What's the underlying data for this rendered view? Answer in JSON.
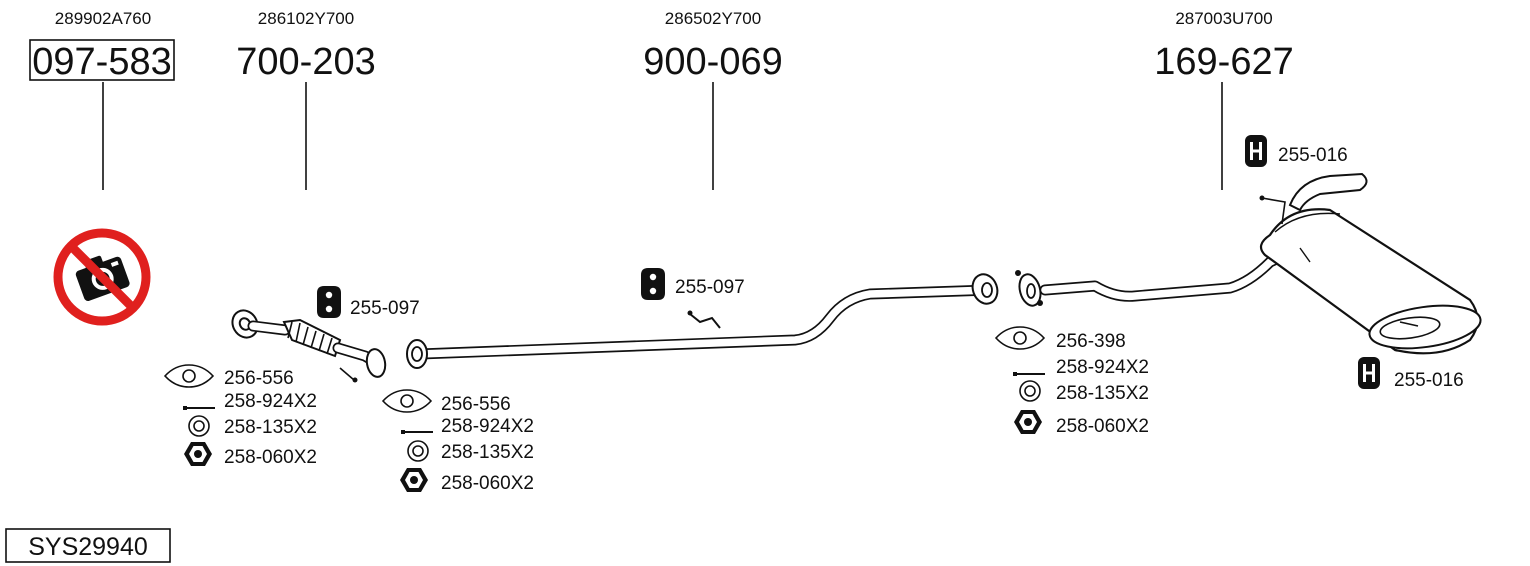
{
  "columns": [
    {
      "oem": "289902A760",
      "part": "097-583"
    },
    {
      "oem": "286102Y700",
      "part": "700-203"
    },
    {
      "oem": "286502Y700",
      "part": "900-069"
    },
    {
      "oem": "287003U700",
      "part": "169-627"
    }
  ],
  "labels": {
    "hanger_front": "255-097",
    "hanger_mid": "255-097",
    "hanger_rear_top": "255-016",
    "hanger_rear_bottom": "255-016",
    "gasket_a": "256-556",
    "bolt_a": "258-924X2",
    "washer_a": "258-135X2",
    "nut_a": "258-060X2",
    "gasket_b": "256-556",
    "bolt_b": "258-924X2",
    "washer_b": "258-135X2",
    "nut_b": "258-060X2",
    "gasket_c": "256-398",
    "bolt_c": "258-924X2",
    "washer_c": "258-135X2",
    "nut_c": "258-060X2"
  },
  "system_id": "SYS29940",
  "icons": [
    "no-photo-icon",
    "rubber-hanger-icon",
    "gasket-icon",
    "bolt-icon",
    "washer-icon",
    "nut-icon",
    "flex-pipe",
    "center-pipe",
    "rear-muffler"
  ]
}
